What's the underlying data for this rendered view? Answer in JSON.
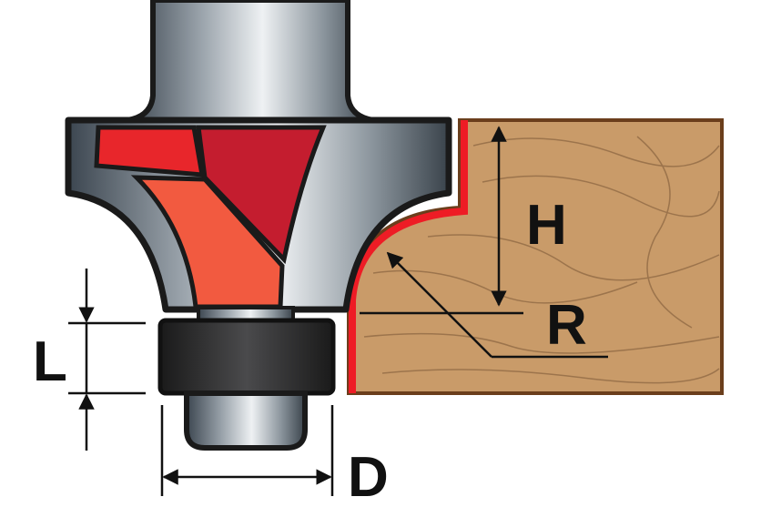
{
  "diagram": {
    "labels": {
      "height": "H",
      "radius": "R",
      "bearing_length": "L",
      "diameter": "D"
    },
    "colors": {
      "cutter_red": "#e8262b",
      "cutter_dark_red": "#c41d2f",
      "cutter_orange": "#f25a40",
      "wood": "#c99b69",
      "outline": "#1a1a1a",
      "profile_line": "#ee1c25"
    }
  }
}
